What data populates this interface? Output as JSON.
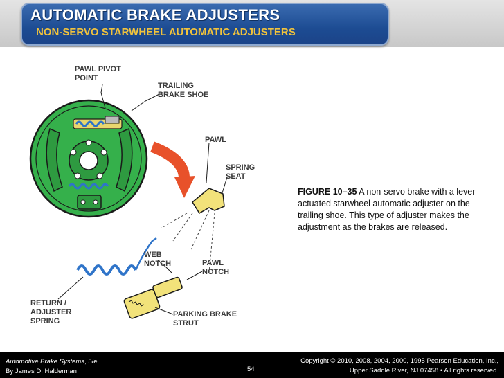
{
  "header": {
    "title": "AUTOMATIC BRAKE ADJUSTERS",
    "subtitle": "NON-SERVO STARWHEEL AUTOMATIC ADJUSTERS"
  },
  "figure": {
    "labels": {
      "pawl_pivot": "PAWL PIVOT\nPOINT",
      "trailing_shoe": "TRAILING\nBRAKE SHOE",
      "pawl": "PAWL",
      "spring_seat": "SPRING\nSEAT",
      "web_notch": "WEB\nNOTCH",
      "pawl_notch": "PAWL\nNOTCH",
      "return_spring": "RETURN /\nADJUSTER\nSPRING",
      "parking_strut": "PARKING BRAKE\nSTRUT"
    },
    "colors": {
      "backing_plate": "#35b04b",
      "spring": "#2f74c9",
      "strut": "#f2e27a",
      "arrow": "#e8512a"
    }
  },
  "caption": {
    "figure_number": "FIGURE 10–35",
    "text": " A non-servo brake with a lever-actuated starwheel automatic adjuster on the trailing shoe. This type of adjuster makes the adjustment as the brakes are released."
  },
  "footer": {
    "book_title": "Automotive Brake Systems",
    "edition": ", 5/e",
    "author": "By James D. Halderman",
    "page_number": "54",
    "copyright_line1": "Copyright © 2010, 2008, 2004, 2000, 1995 Pearson Education, Inc.,",
    "copyright_line2": "Upper Saddle River, NJ 07458 • All rights reserved."
  }
}
